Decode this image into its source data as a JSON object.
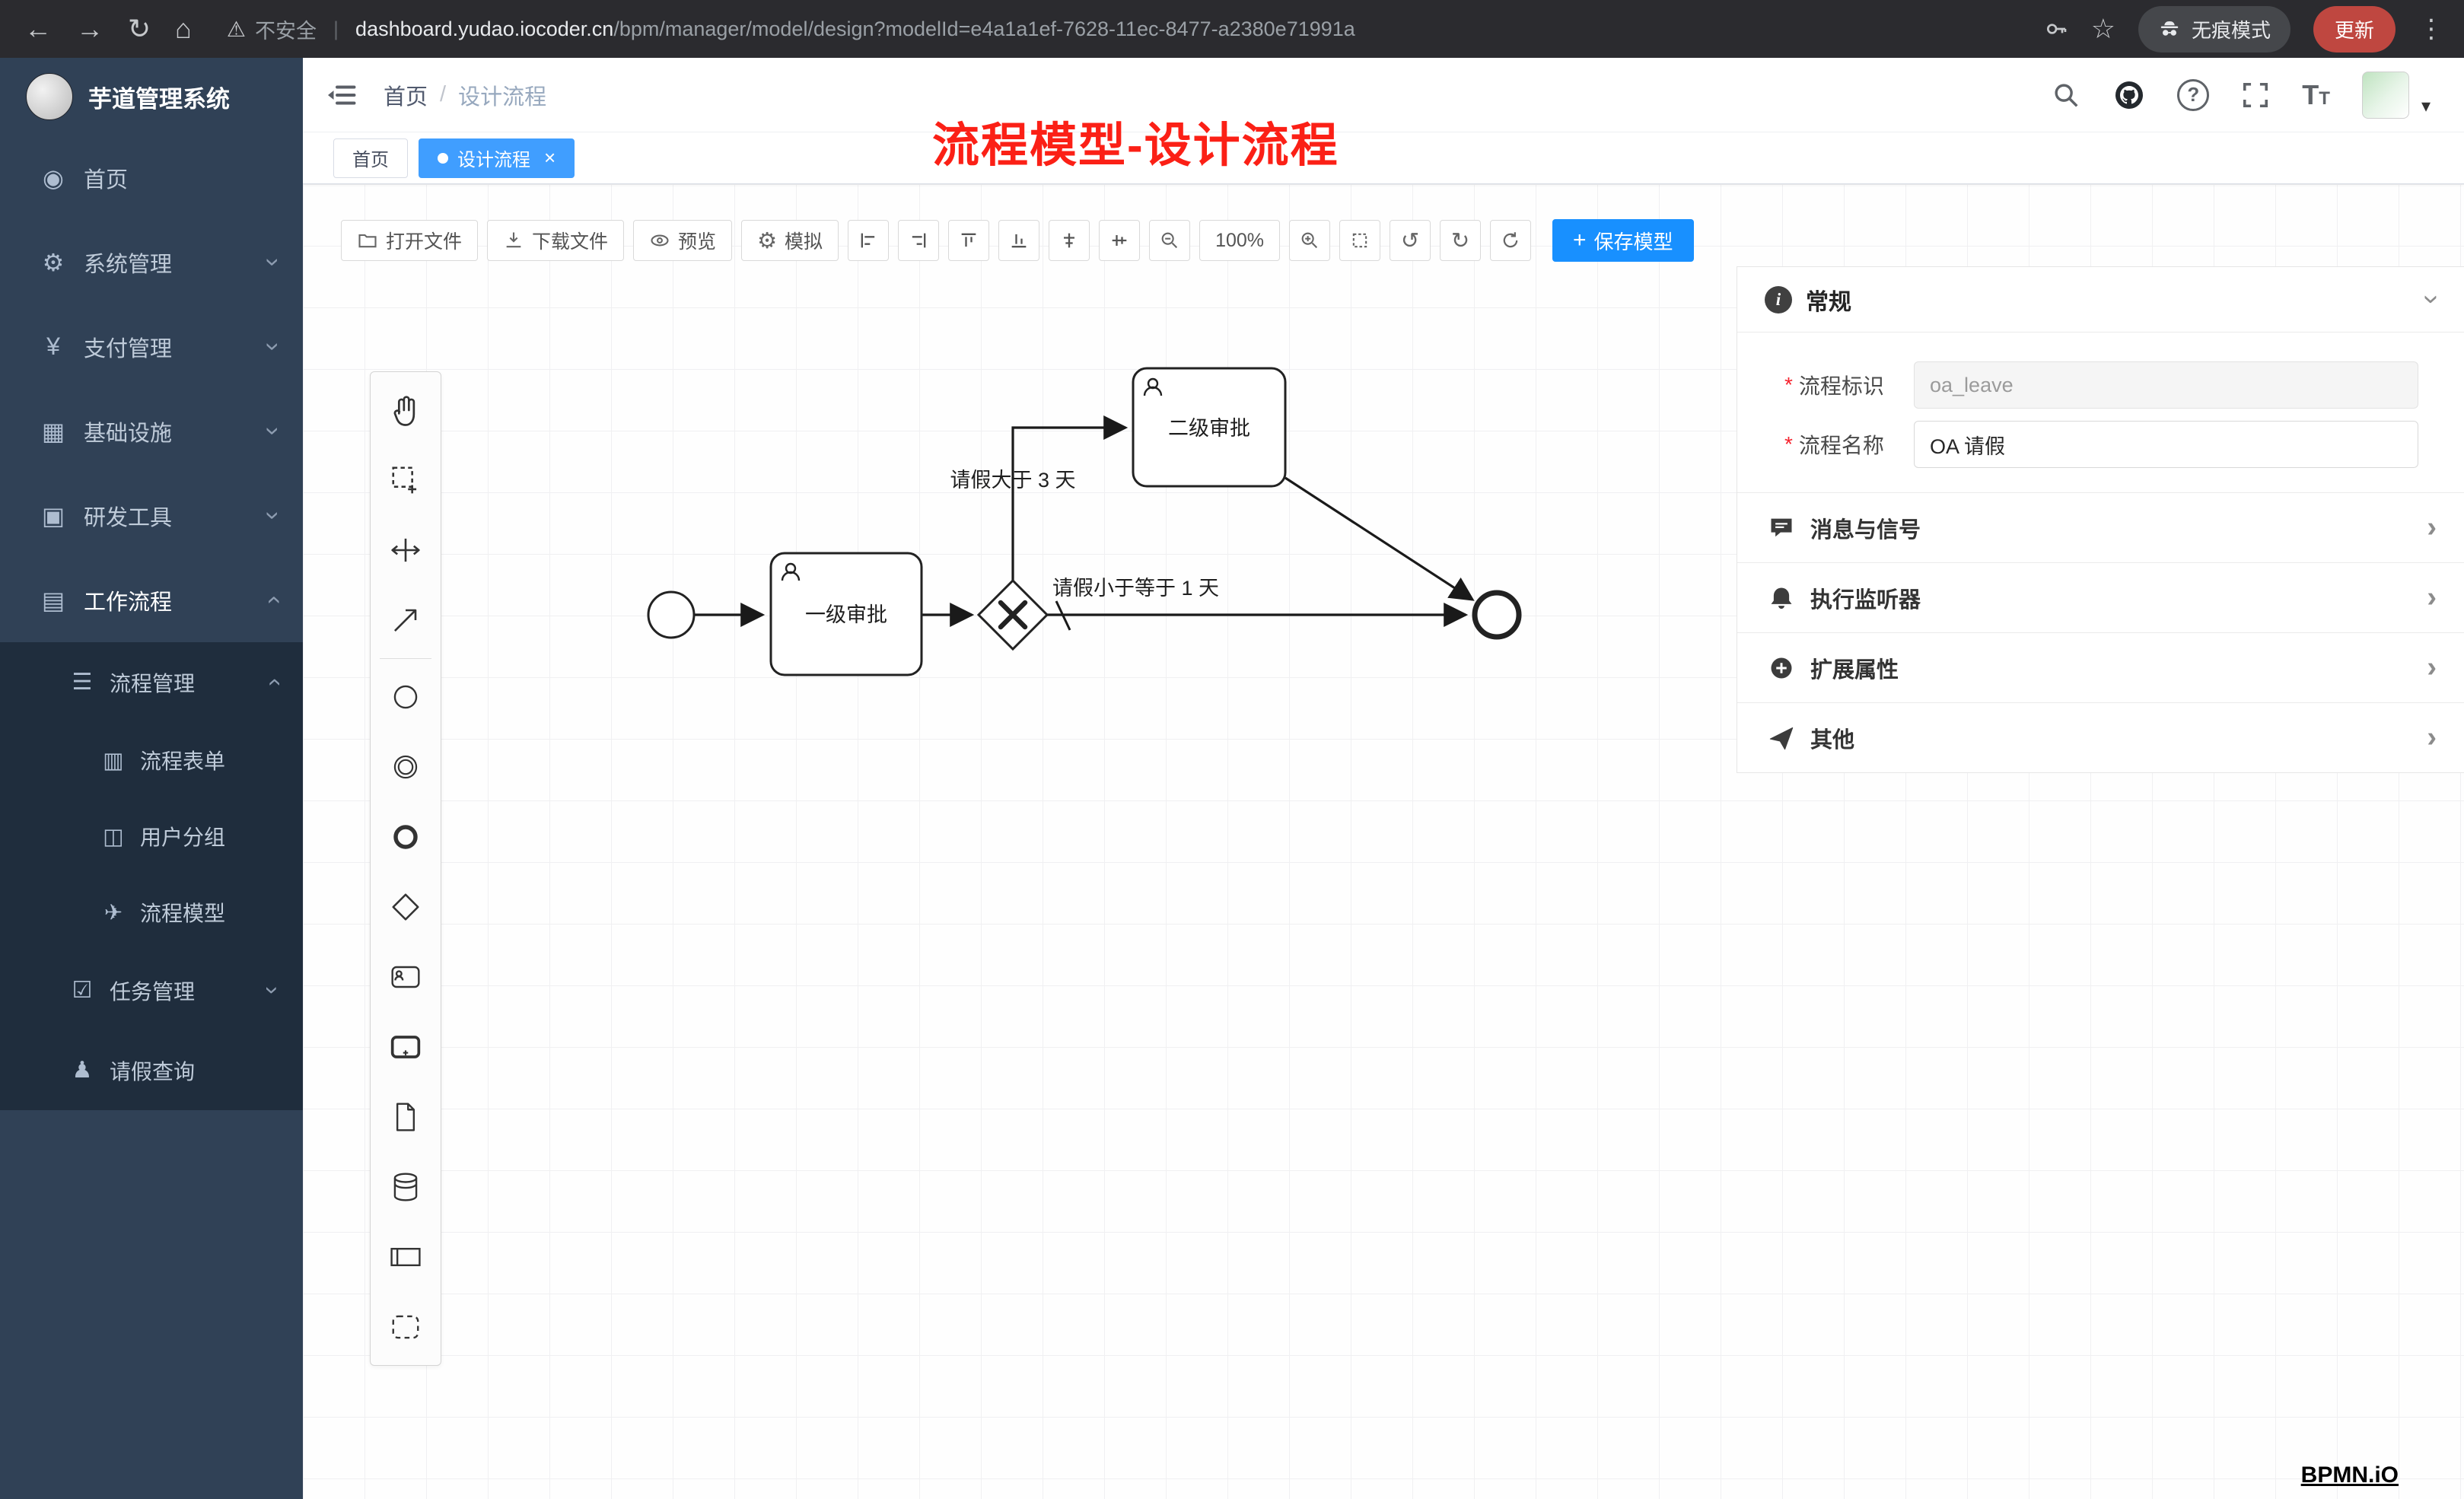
{
  "browser": {
    "security_label": "不安全",
    "url_host": "dashboard.yudao.iocoder.cn",
    "url_path": "/bpm/manager/model/design?modelId=e4a1a1ef-7628-11ec-8477-a2380e71991a",
    "incognito_label": "无痕模式",
    "update_label": "更新"
  },
  "icons": {
    "back": "←",
    "forward": "→",
    "reload": "↻",
    "home": "⌂",
    "warning": "⚠",
    "pipe": "|",
    "star": "☆",
    "kebab": "⋮",
    "dashboard": "◉",
    "gear": "⚙",
    "yen": "¥",
    "grid": "▦",
    "tools": "▣",
    "workflow": "▤",
    "list": "☰",
    "form": "▥",
    "users": "◫",
    "plane": "✈",
    "tasks": "☑",
    "person": "♟",
    "chevron": "›",
    "undo": "↺",
    "redo": "↻",
    "plus": "+",
    "dot": "●",
    "close": "×",
    "caret": "▾",
    "question": "?",
    "slash": "/",
    "asterisk": "*",
    "font_large": "T",
    "font_small": "T"
  },
  "sidebar": {
    "app_title": "芋道管理系统",
    "items": [
      "首页",
      "系统管理",
      "支付管理",
      "基础设施",
      "研发工具",
      "工作流程"
    ],
    "submenu": {
      "group1": "流程管理",
      "children": [
        "流程表单",
        "用户分组",
        "流程模型"
      ],
      "group2": "任务管理",
      "leaf": "请假查询"
    }
  },
  "header": {
    "breadcrumb": [
      "首页",
      "设计流程"
    ]
  },
  "annotation": {
    "text": "流程模型-设计流程",
    "color": "#fb2016"
  },
  "tabs": {
    "home": "首页",
    "active": "设计流程"
  },
  "toolbar": {
    "open": "打开文件",
    "download": "下载文件",
    "preview": "预览",
    "simulate": "模拟",
    "zoom": "100%",
    "save": "保存模型"
  },
  "canvas": {
    "task1": "一级审批",
    "task2": "二级审批",
    "label_gt": "请假大于 3 天",
    "label_le": "请假小于等于 1 天",
    "watermark": "BPMN.iO"
  },
  "panel": {
    "title": "常规",
    "fields": [
      {
        "label": "流程标识",
        "value": "oa_leave"
      },
      {
        "label": "流程名称",
        "value": "OA 请假"
      }
    ],
    "sections": [
      "消息与信号",
      "执行监听器",
      "扩展属性",
      "其他"
    ]
  },
  "colors": {
    "accent": "#1890ff",
    "tab_active": "#409eff",
    "sidebar_bg": "#304156",
    "submenu_bg": "#1f2d3d",
    "annotation": "#fb2016"
  }
}
